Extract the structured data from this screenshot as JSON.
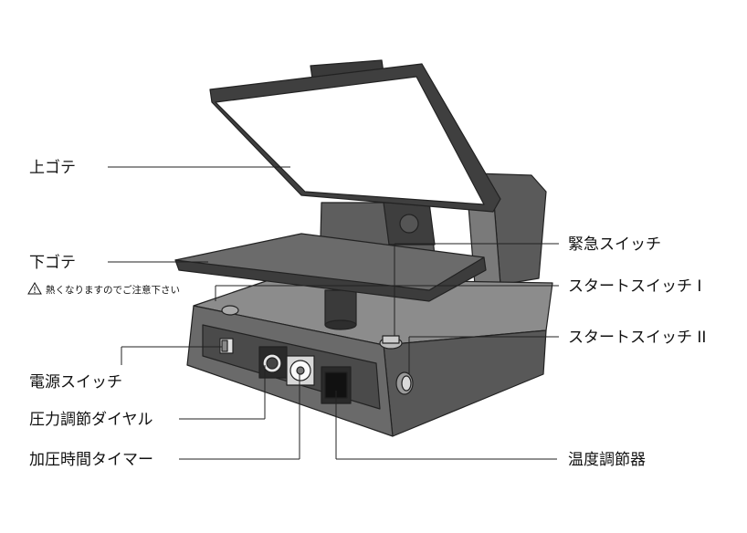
{
  "callouts": {
    "upper_plate": "上ゴテ",
    "lower_plate": "下ゴテ",
    "lower_plate_warning": "熱くなりますのでご注意下さい",
    "emergency_switch": "緊急スイッチ",
    "start_switch_1": "スタートスイッチ I",
    "start_switch_2": "スタートスイッチ II",
    "power_switch": "電源スイッチ",
    "pressure_dial": "圧力調節ダイヤル",
    "press_timer": "加圧時間タイマー",
    "temperature_control": "温度調節器"
  },
  "icons": {
    "warning": "warning-triangle-icon"
  },
  "colors": {
    "body_dark": "#4a4a4a",
    "body_mid": "#6e6e6e",
    "body_light": "#9a9a9a",
    "plate_face": "#ffffff",
    "outline": "#222222"
  }
}
